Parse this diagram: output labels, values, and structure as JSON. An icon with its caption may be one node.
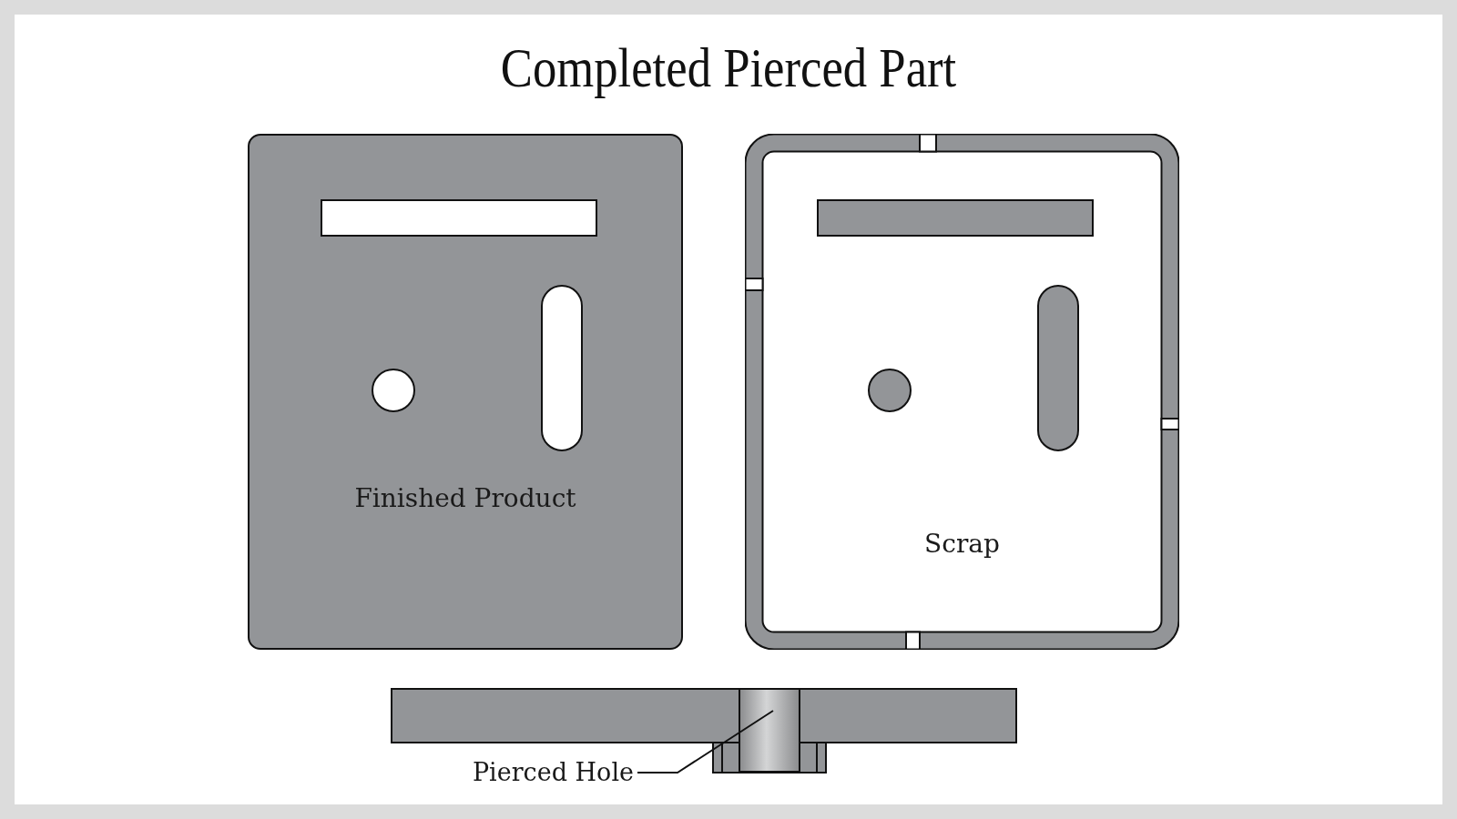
{
  "diagram": {
    "title": "Completed Pierced Part",
    "nodes": [
      {
        "text": [
          "Finished Product"
        ]
      },
      {
        "text": [
          "Scrap"
        ]
      },
      {
        "text": [
          "Pierced Hole"
        ]
      },
      {
        "text": [],
        "shape": "cylinder"
      }
    ],
    "edges": [
      {
        "from": 2,
        "to": 3,
        "arrow": "none"
      }
    ]
  }
}
